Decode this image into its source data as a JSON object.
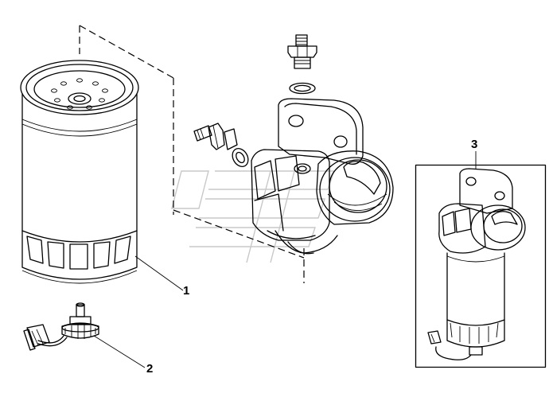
{
  "callouts": {
    "part_1": "1",
    "part_2": "2",
    "part_3": "3"
  },
  "icons": {
    "filter_cartridge": "fuel-filter-cartridge-icon",
    "sensor": "water-sensor-icon",
    "head": "filter-head-icon",
    "assembly": "filter-assembly-icon"
  },
  "colors": {
    "line": "#000000",
    "background": "#ffffff",
    "watermark": "#c8c8c8"
  }
}
